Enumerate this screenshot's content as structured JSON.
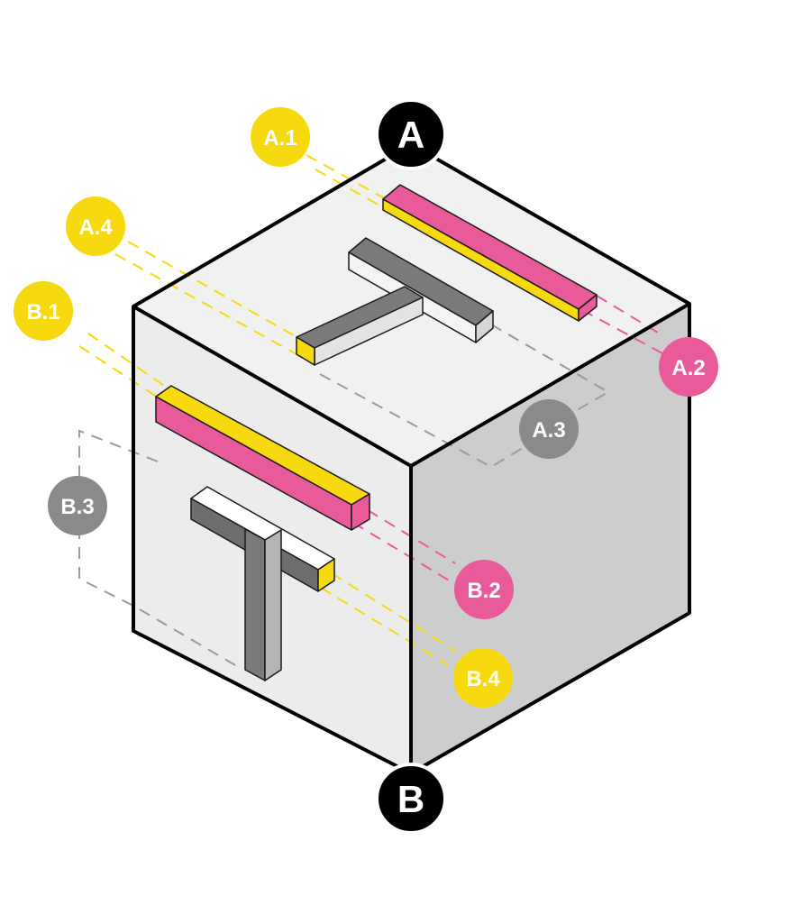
{
  "colors": {
    "yellow": "#f6d90f",
    "pink": "#e85a9a",
    "gray_badge": "#8a8a8a",
    "black": "#000000",
    "cube_left": "#ececec",
    "cube_top": "#f1f1f1",
    "cube_right": "#cdcdcd",
    "t_dark": "#7a7a7a",
    "t_light": "#f4f4f4"
  },
  "vertices": {
    "top": "A",
    "bottom": "B"
  },
  "labels": {
    "a1": "A.1",
    "a2": "A.2",
    "a3": "A.3",
    "a4": "A.4",
    "b1": "B.1",
    "b2": "B.2",
    "b3": "B.3",
    "b4": "B.4"
  }
}
